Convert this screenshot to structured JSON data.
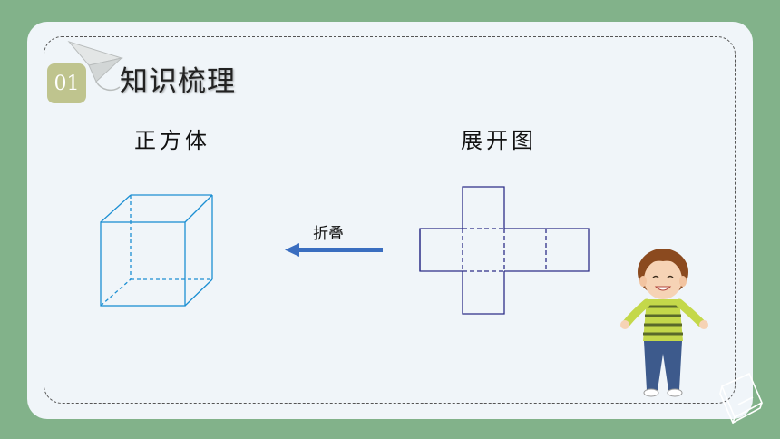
{
  "section": {
    "number": "01",
    "title": "知识梳理"
  },
  "labels": {
    "cube": "正方体",
    "net": "展开图",
    "arrow": "折叠"
  },
  "colors": {
    "background": "#82b28a",
    "card": "#f0f5f9",
    "badge": "#bfc48e",
    "cube_stroke": "#1c8fd3",
    "net_stroke": "#2e2f88",
    "arrow": "#3a6ec0"
  },
  "icons": [
    "paper-plane-icon",
    "boy-illustration",
    "book-icon"
  ]
}
